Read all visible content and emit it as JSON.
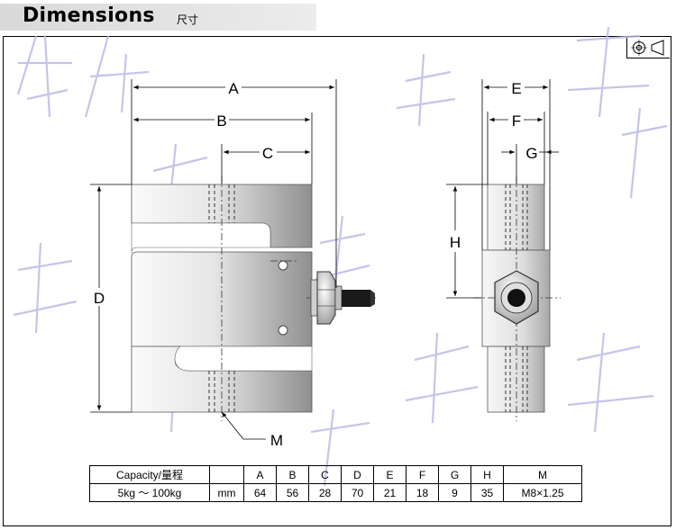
{
  "header": {
    "title": "Dimensions",
    "subtitle": "尺寸"
  },
  "drawing": {
    "labels": {
      "A": "A",
      "B": "B",
      "C": "C",
      "D": "D",
      "E": "E",
      "F": "F",
      "G": "G",
      "H": "H",
      "M": "M"
    }
  },
  "spec_table": {
    "headers": [
      "Capacity/量程",
      "",
      "A",
      "B",
      "C",
      "D",
      "E",
      "F",
      "G",
      "H",
      "M"
    ],
    "row": [
      "5kg ～ 100kg",
      "mm",
      "64",
      "56",
      "28",
      "70",
      "21",
      "18",
      "9",
      "35",
      "M8×1.25"
    ]
  },
  "colors": {
    "body_light": "#e8e8e8",
    "body_dark": "#9a9a9a",
    "watermark": "#b6b6e6"
  }
}
